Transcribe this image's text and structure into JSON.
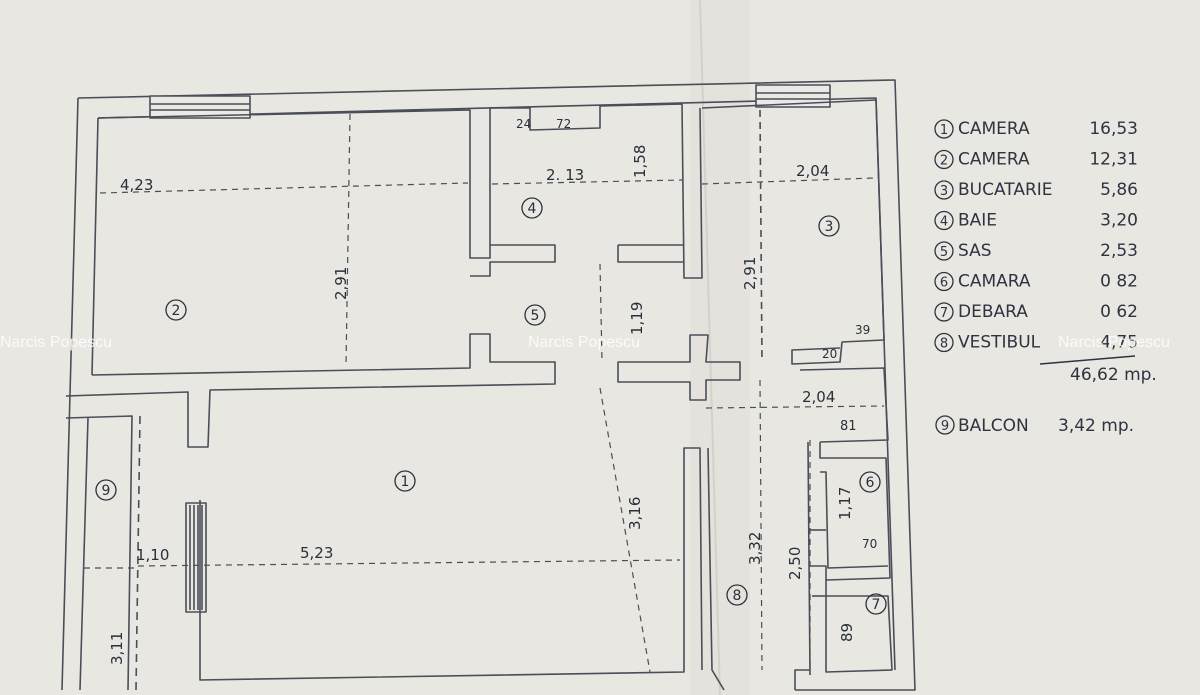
{
  "dimensions": {
    "room2_width": "4,23",
    "room2_height": "2,91",
    "bath_stub_a": "24",
    "bath_stub_b": "72",
    "bath_width": "2. 13",
    "bath_height": "1,58",
    "hall5_height": "1,19",
    "kitchen_width": "2,04",
    "kitchen_height": "2,91",
    "kitchen_notch_a": "39",
    "kitchen_notch_b": "20",
    "corridor_width": "2,04",
    "corridor_stub": "81",
    "room1_width": "5,23",
    "room1_height": "3,16",
    "balcony_width": "1,10",
    "balcony_height": "3,11",
    "vestibul_height": "3,32",
    "vestibul_inner": "2,50",
    "pantry_height": "1,17",
    "pantry_width": "70",
    "storage_height": "89"
  },
  "room_labels": {
    "r1": "1",
    "r2": "2",
    "r3": "3",
    "r4": "4",
    "r5": "5",
    "r6": "6",
    "r7": "7",
    "r8": "8",
    "r9": "9"
  },
  "legend": {
    "items": [
      {
        "num": "1",
        "name": "CAMERA",
        "area": "16,53"
      },
      {
        "num": "2",
        "name": "CAMERA",
        "area": "12,31"
      },
      {
        "num": "3",
        "name": "BUCATARIE",
        "area": "5,86"
      },
      {
        "num": "4",
        "name": "BAIE",
        "area": "3,20"
      },
      {
        "num": "5",
        "name": "SAS",
        "area": "2,53"
      },
      {
        "num": "6",
        "name": "CAMARA",
        "area": "0 82"
      },
      {
        "num": "7",
        "name": "DEBARA",
        "area": "0 62"
      },
      {
        "num": "8",
        "name": "VESTIBUL",
        "area": "4,75"
      }
    ],
    "total": "46,62 mp.",
    "balcony": {
      "num": "9",
      "name": "BALCON",
      "area": "3,42 mp."
    }
  },
  "watermark": "Narcis Popescu"
}
